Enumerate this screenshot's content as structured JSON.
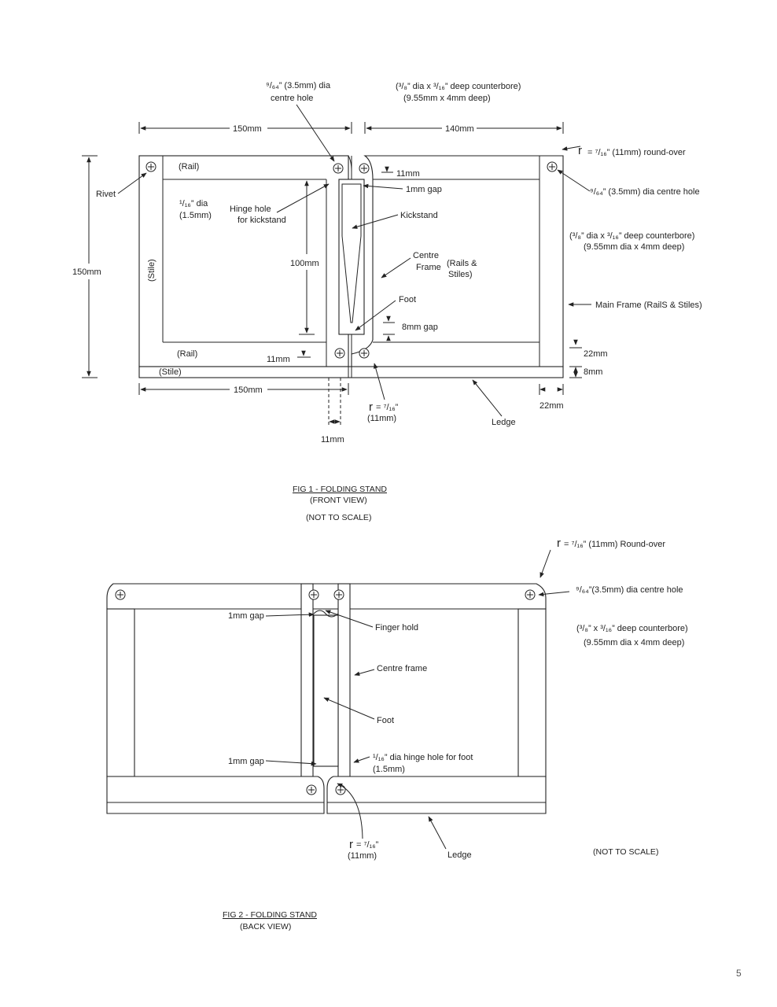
{
  "page_number": "5",
  "fig1": {
    "caption": "FIG 1 - FOLDING STAND",
    "view": "(FRONT VIEW)",
    "scale_note": "(NOT TO SCALE)",
    "labels": {
      "centre_hole_top_1": "⁹/₆₄” (3.5mm) dia",
      "centre_hole_top_2": "centre hole",
      "counterbore_top_1": "(³/₈” dia x ³/₁₆” deep counterbore)",
      "counterbore_top_2": "(9.55mm x 4mm deep)",
      "dim_150_top": "150mm",
      "dim_140_top": "140mm",
      "roundover_r": "r",
      "roundover_text": "= ⁷/₁₆” (11mm) round-over",
      "rail_top": "(Rail)",
      "rail_bottom": "(Rail)",
      "dim_11_top": "11mm",
      "gap_1mm": "1mm gap",
      "centre_hole_right": "⁹/₆₄” (3.5mm) dia centre hole",
      "rivet": "Rivet",
      "hinge_dia_1": "¹/₁₆” dia",
      "hinge_dia_2": "(1.5mm)",
      "hinge_hole_1": "Hinge hole",
      "hinge_hole_2": "for kickstand",
      "kickstand": "Kickstand",
      "counterbore_right_1": "(³/₈” dia x ³/₁₆” deep counterbore)",
      "counterbore_right_2": "(9.55mm dia x 4mm deep)",
      "dim_150_left": "150mm",
      "stile_vertical": "(Stile)",
      "dim_100": "100mm",
      "centre_frame_1": "Centre",
      "centre_frame_2": "Frame",
      "rails_stiles_1": "(Rails &",
      "rails_stiles_2": "Stiles)",
      "main_frame": "Main Frame (RailS & Stiles)",
      "foot": "Foot",
      "gap_8mm": "8mm gap",
      "dim_22_v": "22mm",
      "dim_11_bottom": "11mm",
      "dim_8": "8mm",
      "stile_bottom": "(Stile)",
      "dim_150_bottom": "150mm",
      "dim_22_h": "22mm",
      "r_bottom_r": "r",
      "r_bottom_text": "= ⁷/₁₆”",
      "r_bottom_mm": "(11mm)",
      "ledge": "Ledge",
      "dim_11_lower": "11mm"
    }
  },
  "fig2": {
    "caption": "FIG 2 - FOLDING STAND",
    "view": "(BACK VIEW)",
    "scale_note": "(NOT TO SCALE)",
    "labels": {
      "roundover_r": "r",
      "roundover_text": "= ⁷/₁₆” (11mm) Round-over",
      "centre_hole": "⁹/₆₄”(3.5mm) dia centre hole",
      "counterbore_1": "(³/₈” x ³/₁₆” deep counterbore)",
      "counterbore_2": "(9.55mm dia x 4mm deep)",
      "gap_top": "1mm gap",
      "finger_hold": "Finger hold",
      "centre_frame": "Centre frame",
      "foot": "Foot",
      "gap_bottom": "1mm gap",
      "hinge_foot_1": "¹/₁₆” dia hinge hole for foot",
      "hinge_foot_2": "(1.5mm)",
      "r_r": "r",
      "r_text": "= ⁷/₁₆”",
      "r_mm": "(11mm)",
      "ledge": "Ledge"
    }
  }
}
